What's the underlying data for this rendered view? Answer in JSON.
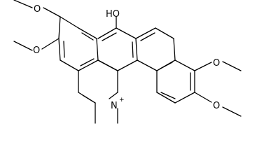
{
  "labels": {
    "hydroxyl": "HO",
    "nitrogen": "N",
    "charge": "+",
    "oxygen": "O"
  },
  "colors": {
    "ink": "#000000",
    "background": "#ffffff"
  }
}
